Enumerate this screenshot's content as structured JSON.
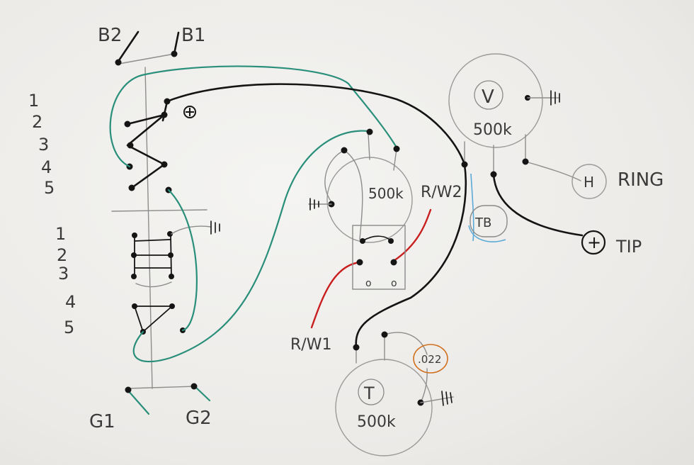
{
  "switch": {
    "top_left_label": "B2",
    "top_right_label": "B1",
    "bottom_left_label": "G1",
    "bottom_right_label": "G2",
    "upper_positions": [
      "1",
      "2",
      "3",
      "4",
      "5"
    ],
    "lower_positions": [
      "1",
      "2",
      "3",
      "4",
      "5"
    ]
  },
  "volume_pot": {
    "letter": "V",
    "value": "500k"
  },
  "blend_pot": {
    "value": "500k"
  },
  "tone_pot": {
    "letter": "T",
    "value": "500k"
  },
  "capacitor": {
    "value": ".022"
  },
  "treble_bleed": {
    "label": "TB"
  },
  "jack": {
    "ring_label": "RING",
    "tip_label": "TIP",
    "ring_symbol": "H",
    "tip_symbol": "+"
  },
  "pickup_leads": {
    "rw1": "R/W1",
    "rw2": "R/W2"
  },
  "colors": {
    "ground_wire": "#2a8f7a",
    "hot_wire": "#141414",
    "pickup_wire": "#c91e1e",
    "cap_outline": "#d1701e",
    "tb_outline": "#5aa9d6"
  }
}
